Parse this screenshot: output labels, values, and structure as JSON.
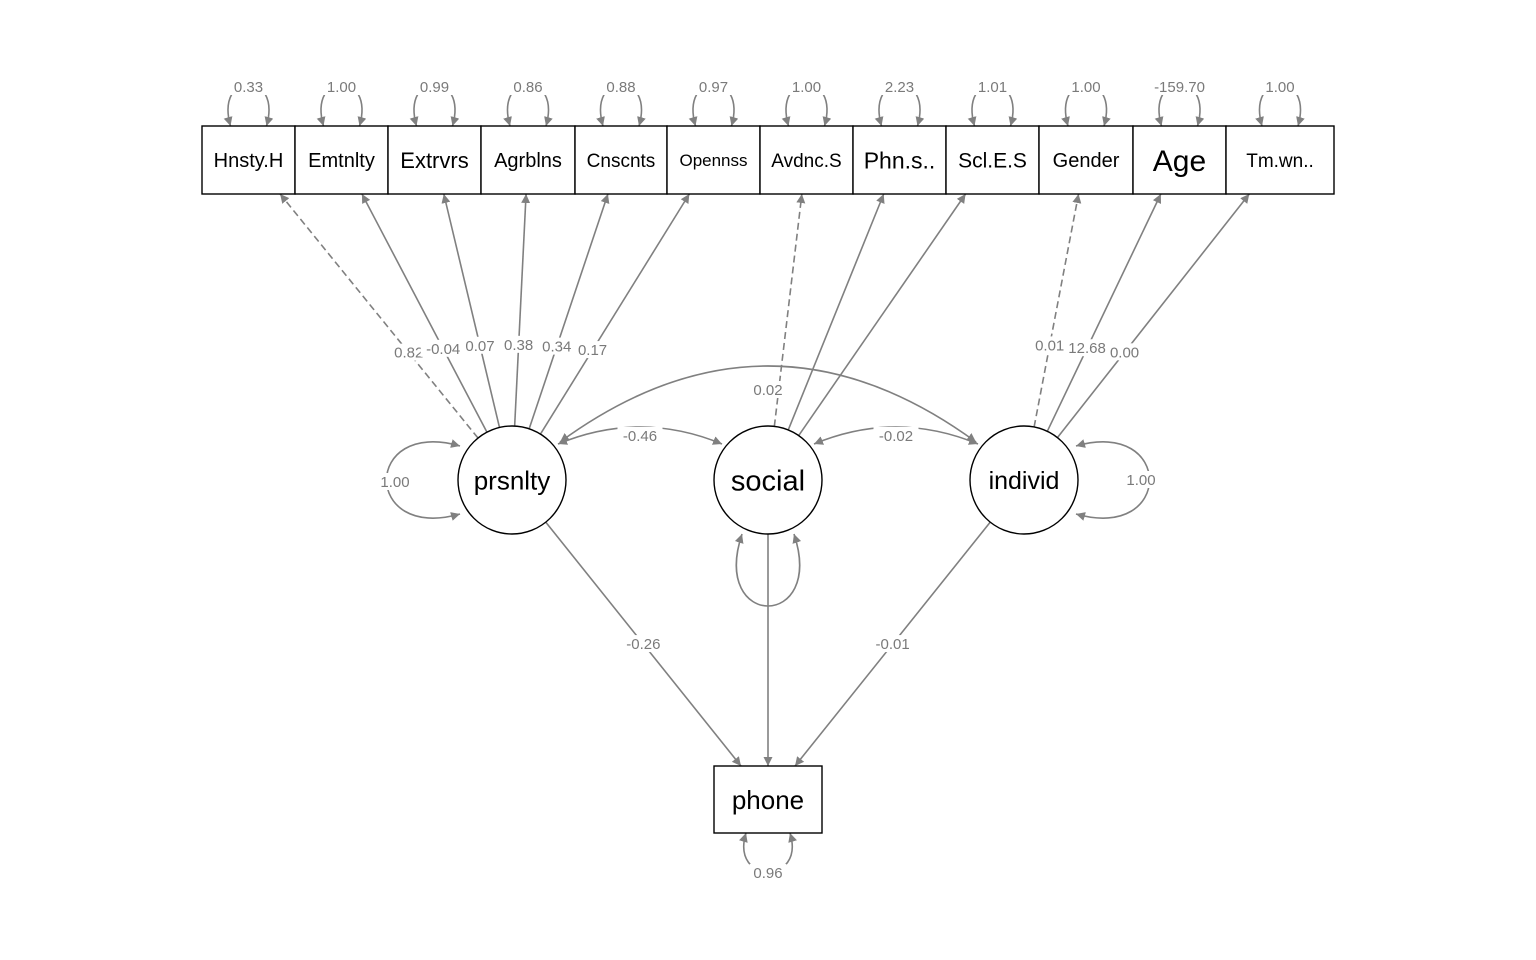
{
  "manifest": [
    "Hnsty.H",
    "Emtnlty",
    "Extrvrs",
    "Agrblns",
    "Cnscnts",
    "Opennss",
    "Avdnc.S",
    "Phn.s..",
    "Scl.E.S",
    "Gender",
    "Age",
    "Tm.wn.."
  ],
  "manifest_variances": [
    "0.33",
    "1.00",
    "0.99",
    "0.86",
    "0.88",
    "0.97",
    "1.00",
    "2.23",
    "1.01",
    "1.00",
    "-159.70",
    "1.00"
  ],
  "latent": [
    "prsnlty",
    "social",
    "individ"
  ],
  "latent_variances": {
    "prsnlty": "1.00",
    "social": "",
    "individ": "1.00"
  },
  "outcome": {
    "label": "phone",
    "variance": "0.96"
  },
  "loadings": [
    {
      "from": "prsnlty",
      "to": "Hnsty.H",
      "value": "0.82",
      "dashed": true
    },
    {
      "from": "prsnlty",
      "to": "Emtnlty",
      "value": "-0.04",
      "dashed": false
    },
    {
      "from": "prsnlty",
      "to": "Extrvrs",
      "value": "0.07",
      "dashed": false
    },
    {
      "from": "prsnlty",
      "to": "Agrblns",
      "value": "0.38",
      "dashed": false
    },
    {
      "from": "prsnlty",
      "to": "Cnscnts",
      "value": "0.34",
      "dashed": false
    },
    {
      "from": "prsnlty",
      "to": "Opennss",
      "value": "0.17",
      "dashed": false
    },
    {
      "from": "social",
      "to": "Avdnc.S",
      "value": "",
      "dashed": true
    },
    {
      "from": "social",
      "to": "Phn.s..",
      "value": "",
      "dashed": false
    },
    {
      "from": "social",
      "to": "Scl.E.S",
      "value": "",
      "dashed": false
    },
    {
      "from": "individ",
      "to": "Gender",
      "value": "0.01",
      "dashed": true
    },
    {
      "from": "individ",
      "to": "Age",
      "value": "12.68",
      "dashed": false
    },
    {
      "from": "individ",
      "to": "Tm.wn..",
      "value": "0.00",
      "dashed": false
    }
  ],
  "covariances": [
    {
      "a": "prsnlty",
      "b": "social",
      "value": "-0.46"
    },
    {
      "a": "social",
      "b": "individ",
      "value": "-0.02"
    },
    {
      "a": "prsnlty",
      "b": "individ",
      "value": "0.02"
    }
  ],
  "regressions": [
    {
      "from": "prsnlty",
      "to": "phone",
      "value": "-0.26"
    },
    {
      "from": "social",
      "to": "phone",
      "value": ""
    },
    {
      "from": "individ",
      "to": "phone",
      "value": "-0.01"
    }
  ],
  "colors": {
    "edge": "#808080",
    "label": "#7a7a7a",
    "node": "#000000"
  }
}
